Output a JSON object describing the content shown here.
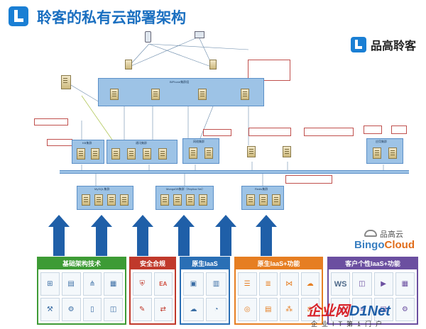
{
  "title": "聆客的私有云部署架构",
  "brand": {
    "name": "品高聆客"
  },
  "bingo": {
    "cn": "品高云",
    "en_a": "Bingo",
    "en_b": "Cloud"
  },
  "top_zone": {
    "label": "BiPhone集群组"
  },
  "zones": [
    {
      "label": "KB集群"
    },
    {
      "label": "通讯集群"
    },
    {
      "label": "网络集群"
    },
    {
      "label": "应用集群"
    },
    {
      "label": "MySQL集群"
    },
    {
      "label": "MongoDB集群（Replica Set）"
    },
    {
      "label": "Redis集群"
    }
  ],
  "modules": [
    {
      "title": "基础架构技术",
      "color": "#3d9b35"
    },
    {
      "title": "安全合规",
      "color": "#c0392b"
    },
    {
      "title": "原生IaaS",
      "color": "#2a6fb5"
    },
    {
      "title": "原生IaaS+功能",
      "color": "#e67e22"
    },
    {
      "title": "客户个性IaaS+功能",
      "color": "#6b4fa0"
    }
  ],
  "icons": {
    "ws": "WS",
    "ea": "EA"
  },
  "watermark": {
    "logo_a": "企业网",
    "logo_b": "D1Net",
    "sub": "企业IT第1门户"
  }
}
